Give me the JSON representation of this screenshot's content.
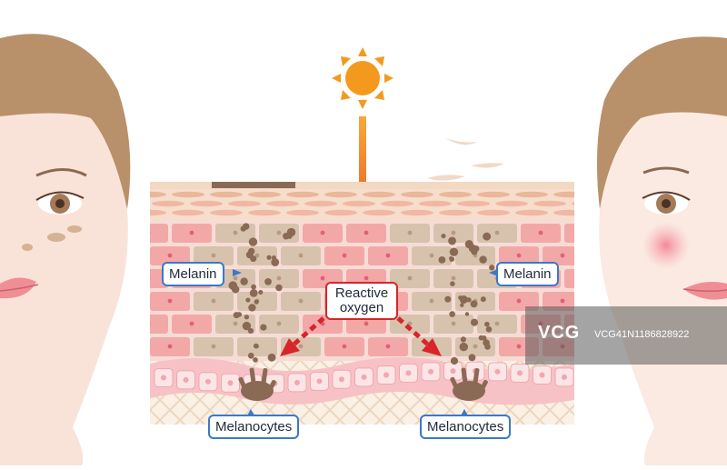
{
  "labels": {
    "melanin_left": "Melanin",
    "melanin_right": "Melanin",
    "reactive_line1": "Reactive",
    "reactive_line2": "oxygen",
    "melanocytes_left": "Melanocytes",
    "melanocytes_right": "Melanocytes"
  },
  "watermark": {
    "logo": "VCG",
    "id": "VCG41N1186828922"
  },
  "colors": {
    "sun": "#f39a1e",
    "ray": "#ee5a1e",
    "arrow_red": "#d8242a",
    "label_border": "#3b78c9",
    "skin": "#f9e6dc",
    "hair": "#b8906a",
    "melanin": "#8a6a55",
    "cell_pink": "#f3a8a8",
    "cell_tan": "#d7c2ae"
  },
  "icons": [
    "sun-icon",
    "melanocyte-icon"
  ]
}
